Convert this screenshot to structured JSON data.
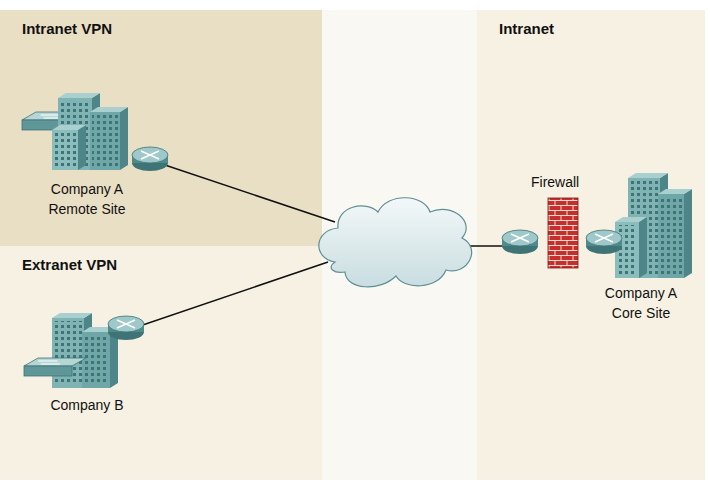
{
  "diagram": {
    "nodes": [
      {
        "text": [
          "Intranet VPN"
        ]
      },
      {
        "text": [
          "Company A Remote Site"
        ],
        "in": 0
      },
      {
        "text": [
          "Extranet VPN"
        ]
      },
      {
        "text": [
          "Company B"
        ],
        "in": 2
      },
      {
        "text": [
          "Intranet"
        ]
      },
      {
        "text": [
          "Company A Core Site"
        ],
        "in": 4
      }
    ],
    "labels": [
      "Firewall"
    ]
  }
}
